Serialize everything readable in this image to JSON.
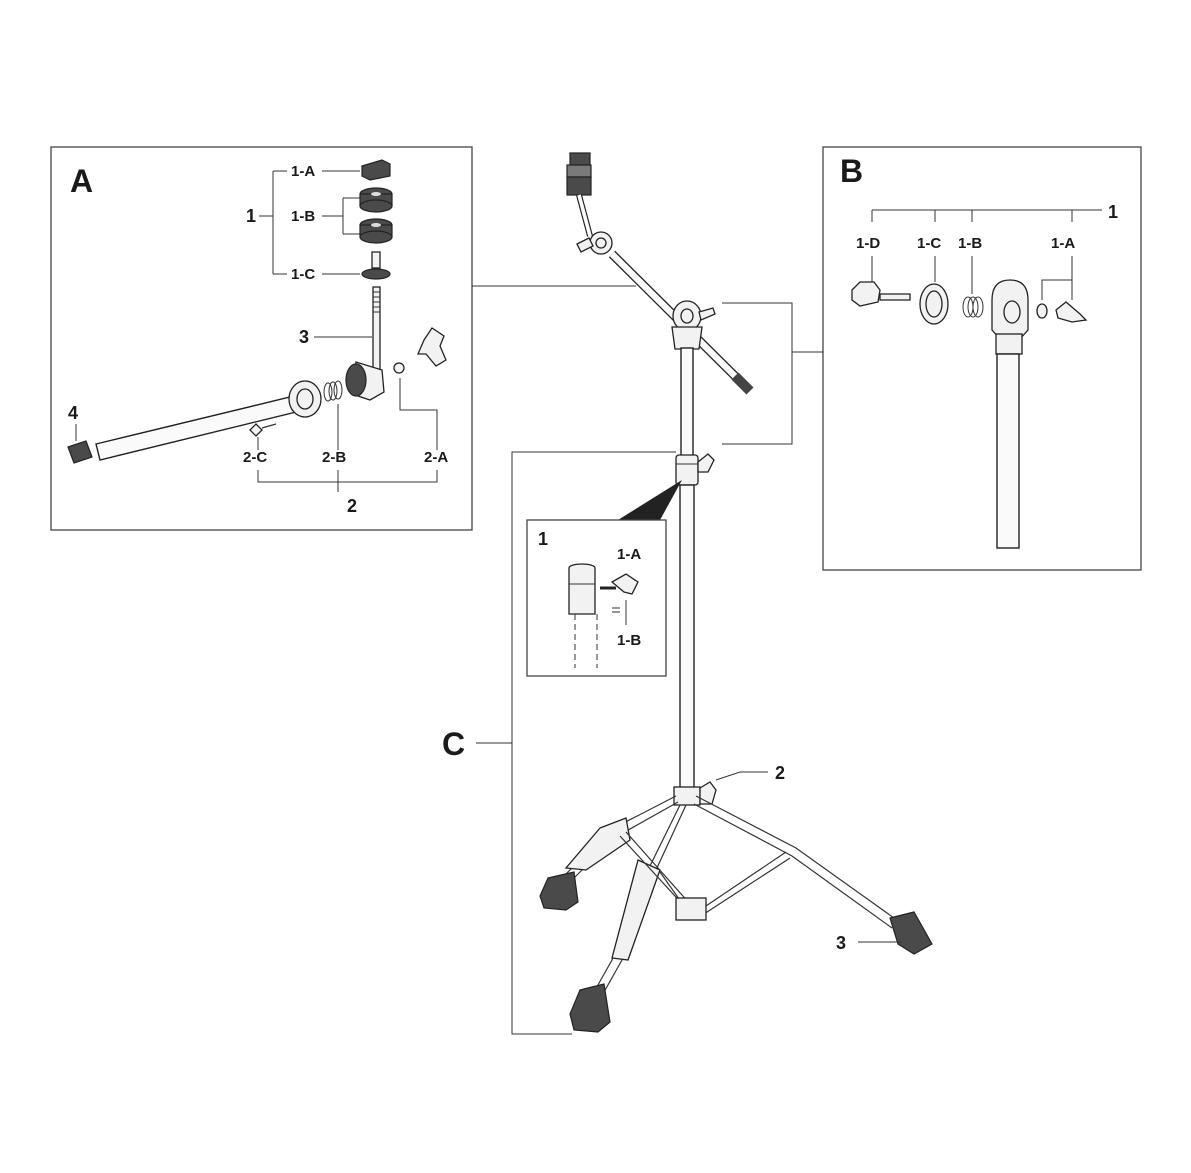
{
  "panels": {
    "A": {
      "title": "A",
      "labels": {
        "p1": "1",
        "p1A": "1-A",
        "p1B": "1-B",
        "p1C": "1-C",
        "p2": "2",
        "p2A": "2-A",
        "p2B": "2-B",
        "p2C": "2-C",
        "p3": "3",
        "p4": "4"
      }
    },
    "B": {
      "title": "B",
      "labels": {
        "p1": "1",
        "p1A": "1-A",
        "p1B": "1-B",
        "p1C": "1-C",
        "p1D": "1-D"
      }
    },
    "C": {
      "title": "C",
      "inset": {
        "p1": "1",
        "p1A": "1-A",
        "p1B": "1-B"
      },
      "labels": {
        "p2": "2",
        "p3": "3"
      }
    }
  },
  "icons": [
    "cymbal-stand-icon",
    "boom-arm-icon",
    "tripod-leg-icon",
    "wing-bolt-icon",
    "felt-washer-icon",
    "rubber-foot-icon"
  ]
}
